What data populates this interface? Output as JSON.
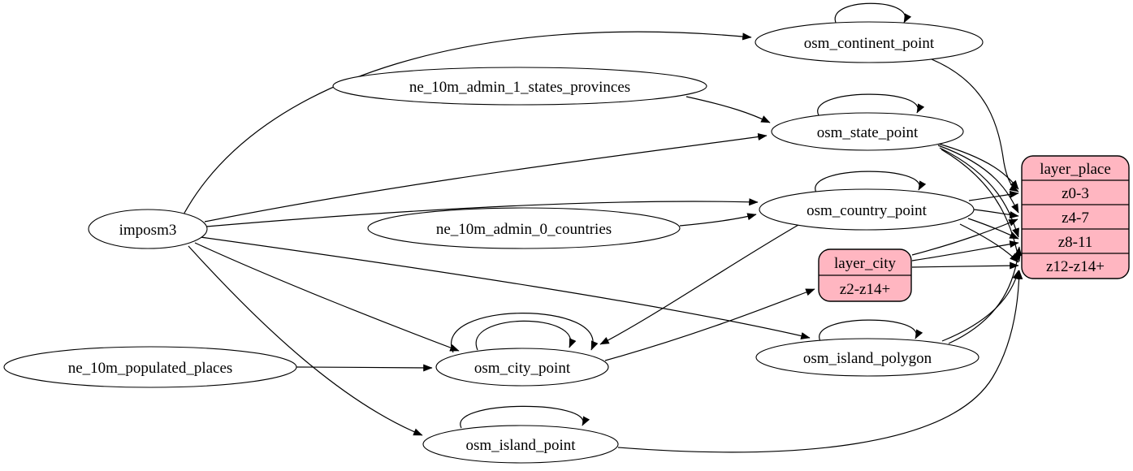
{
  "diagram": {
    "type": "directed-graph-etl",
    "colors": {
      "record_fill": "#ffb6c1",
      "node_fill": "#ffffff",
      "stroke": "#000000",
      "background": "#ffffff"
    },
    "nodes": [
      {
        "id": "imposm3",
        "label": "imposm3"
      },
      {
        "id": "ne_10m_admin_1_states_provinces",
        "label": "ne_10m_admin_1_states_provinces"
      },
      {
        "id": "ne_10m_admin_0_countries",
        "label": "ne_10m_admin_0_countries"
      },
      {
        "id": "ne_10m_populated_places",
        "label": "ne_10m_populated_places"
      },
      {
        "id": "osm_continent_point",
        "label": "osm_continent_point"
      },
      {
        "id": "osm_state_point",
        "label": "osm_state_point"
      },
      {
        "id": "osm_country_point",
        "label": "osm_country_point"
      },
      {
        "id": "osm_city_point",
        "label": "osm_city_point"
      },
      {
        "id": "osm_island_polygon",
        "label": "osm_island_polygon"
      },
      {
        "id": "osm_island_point",
        "label": "osm_island_point"
      }
    ],
    "records": [
      {
        "id": "layer_place",
        "title": "layer_place",
        "rows": [
          "z0-3",
          "z4-7",
          "z8-11",
          "z12-z14+"
        ]
      },
      {
        "id": "layer_city",
        "title": "layer_city",
        "rows": [
          "z2-z14+"
        ]
      }
    ],
    "edges": [
      {
        "from": "imposm3",
        "to": "osm_continent_point"
      },
      {
        "from": "imposm3",
        "to": "osm_state_point"
      },
      {
        "from": "imposm3",
        "to": "osm_country_point"
      },
      {
        "from": "imposm3",
        "to": "osm_city_point"
      },
      {
        "from": "imposm3",
        "to": "osm_island_polygon"
      },
      {
        "from": "imposm3",
        "to": "osm_island_point"
      },
      {
        "from": "ne_10m_admin_1_states_provinces",
        "to": "osm_state_point"
      },
      {
        "from": "ne_10m_admin_0_countries",
        "to": "osm_country_point"
      },
      {
        "from": "ne_10m_populated_places",
        "to": "osm_city_point"
      },
      {
        "from": "osm_continent_point",
        "to": "osm_continent_point"
      },
      {
        "from": "osm_state_point",
        "to": "osm_state_point"
      },
      {
        "from": "osm_country_point",
        "to": "osm_country_point"
      },
      {
        "from": "osm_city_point",
        "to": "osm_city_point"
      },
      {
        "from": "osm_city_point",
        "to": "osm_city_point"
      },
      {
        "from": "osm_island_polygon",
        "to": "osm_island_polygon"
      },
      {
        "from": "osm_island_point",
        "to": "osm_island_point"
      },
      {
        "from": "osm_country_point",
        "to": "osm_city_point"
      },
      {
        "from": "osm_continent_point",
        "to": "layer_place:z0-3"
      },
      {
        "from": "osm_state_point",
        "to": "layer_place:z0-3"
      },
      {
        "from": "osm_state_point",
        "to": "layer_place:z4-7"
      },
      {
        "from": "osm_state_point",
        "to": "layer_place:z8-11"
      },
      {
        "from": "osm_state_point",
        "to": "layer_place:z12-z14+"
      },
      {
        "from": "osm_country_point",
        "to": "layer_place:z0-3"
      },
      {
        "from": "osm_country_point",
        "to": "layer_place:z4-7"
      },
      {
        "from": "osm_country_point",
        "to": "layer_place:z8-11"
      },
      {
        "from": "osm_country_point",
        "to": "layer_place:z12-z14+"
      },
      {
        "from": "layer_city",
        "to": "layer_place:z4-7"
      },
      {
        "from": "layer_city",
        "to": "layer_place:z8-11"
      },
      {
        "from": "layer_city",
        "to": "layer_place:z12-z14+"
      },
      {
        "from": "osm_island_polygon",
        "to": "layer_place:z8-11"
      },
      {
        "from": "osm_island_polygon",
        "to": "layer_place:z12-z14+"
      },
      {
        "from": "osm_island_point",
        "to": "layer_place:z12-z14+"
      },
      {
        "from": "osm_city_point",
        "to": "layer_city:z2-z14+"
      }
    ]
  }
}
